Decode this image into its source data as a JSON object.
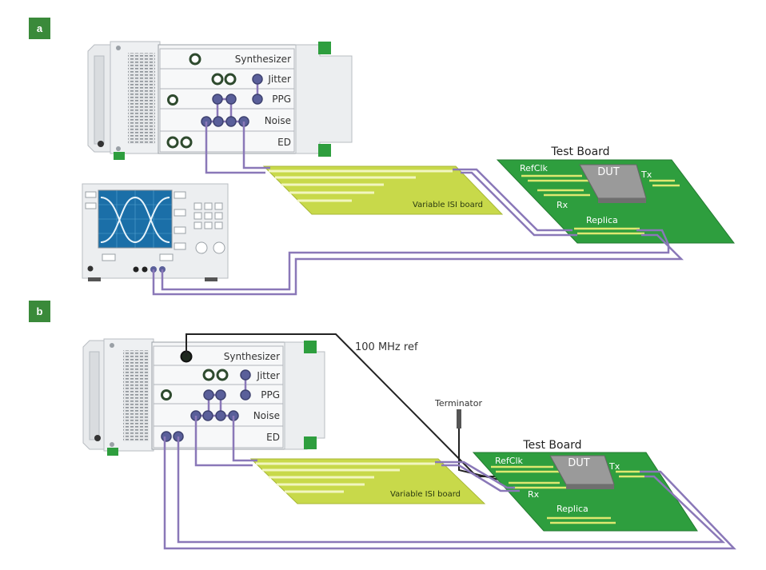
{
  "panel_a": {
    "label": "a",
    "modules": [
      "Synthesizer",
      "Jitter",
      "PPG",
      "Noise",
      "ED"
    ],
    "isi_board": "Variable ISI board",
    "test_board": {
      "title": "Test Board",
      "dut": "DUT",
      "refclk": "RefClk",
      "tx": "Tx",
      "rx": "Rx",
      "replica": "Replica"
    }
  },
  "panel_b": {
    "label": "b",
    "modules": [
      "Synthesizer",
      "Jitter",
      "PPG",
      "Noise",
      "ED"
    ],
    "isi_board": "Variable ISI board",
    "ref_label": "100 MHz ref",
    "terminator": "Terminator",
    "test_board": {
      "title": "Test Board",
      "dut": "DUT",
      "refclk": "RefClk",
      "tx": "Tx",
      "rx": "Rx",
      "replica": "Replica"
    }
  },
  "colors": {
    "panel_badge": "#3a8a3a",
    "board_green": "#2e9e3e",
    "isi_yellow": "#c8d94a",
    "cable_purple": "#8a78b8",
    "connector_blue": "#5a5f9a",
    "instrument_grey": "#e8eaec"
  }
}
